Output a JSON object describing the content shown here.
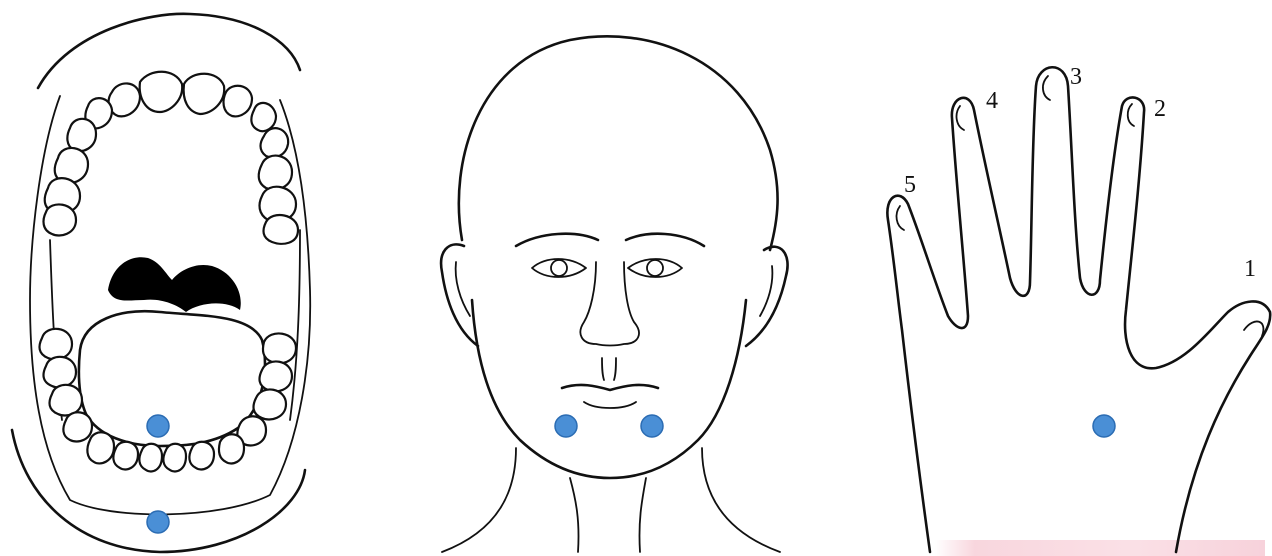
{
  "finger_labels": {
    "thumb": "1",
    "index": "2",
    "middle": "3",
    "ring": "4",
    "little": "5"
  },
  "colors": {
    "line": "#111111",
    "marker_fill": "#4a8fd6",
    "marker_stroke": "#2b6cb3",
    "tongue_dark": "#000000",
    "background": "#ffffff"
  },
  "markers": [
    {
      "panel": "mouth",
      "target": "tongue-tip"
    },
    {
      "panel": "mouth",
      "target": "lower-lip"
    },
    {
      "panel": "face",
      "target": "left-chin"
    },
    {
      "panel": "face",
      "target": "right-chin"
    },
    {
      "panel": "hand",
      "target": "palm-center"
    }
  ]
}
